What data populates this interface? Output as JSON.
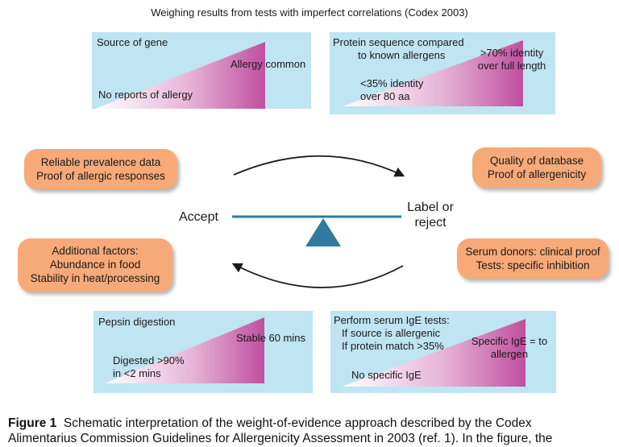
{
  "title": "Weighing results from tests with imperfect correlations (Codex 2003)",
  "panels": {
    "source_of_gene": {
      "heading": "Source of gene",
      "high": "Allergy common",
      "low": "No reports of allergy"
    },
    "protein_sequence": {
      "heading_line1": "Protein sequence compared",
      "heading_line2": "to known allergens",
      "high_line1": ">70% identity",
      "high_line2": "over full length",
      "low_line1": "<35% identity",
      "low_line2": "over 80 aa"
    },
    "pepsin": {
      "heading": "Pepsin digestion",
      "high": "Stable 60 mins",
      "low_line1": "Digested >90%",
      "low_line2": "in <2 mins"
    },
    "serum_ige": {
      "heading": "Perform serum IgE tests:",
      "line2": "If source is allergenic",
      "line3": "If protein match >35%",
      "high_line1": "Specific IgE = to",
      "high_line2": "allergen",
      "low": "No specific IgE"
    }
  },
  "factors": {
    "left_top": [
      "Reliable prevalence data",
      "Proof of allergic responses"
    ],
    "left_bottom": [
      "Additional factors:",
      "Abundance in food",
      "Stability in heat/processing"
    ],
    "right_top": [
      "Quality of database",
      "Proof of allergenicity"
    ],
    "right_bottom": [
      "Serum donors: clinical proof",
      "Tests: specific inhibition"
    ]
  },
  "balance": {
    "accept": "Accept",
    "reject_line1": "Label or",
    "reject_line2": "reject"
  },
  "caption": {
    "label": "Figure 1",
    "line1": "Schematic interpretation of the weight-of-evidence approach described by the Codex",
    "line2": "Alimentarius Commission Guidelines for Allergenicity Assessment in 2003 (ref. 1). In the figure, the"
  },
  "colors": {
    "panel_bg": "#bfe4f2",
    "wedge_dark": "#c04f9e",
    "wedge_light": "#ffffff",
    "pill": "#f7a978",
    "balance": "#2e7aa0"
  }
}
